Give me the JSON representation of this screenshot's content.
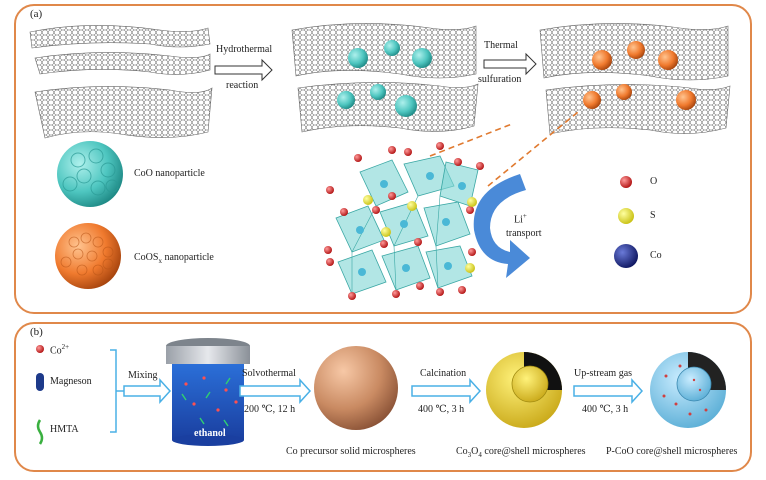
{
  "panel_a": {
    "label": "(a)",
    "step1": "Hydrothermal",
    "step1b": "reaction",
    "step2": "Thermal",
    "step2b": "sulfuration",
    "legend_coo": "CoO nanoparticle",
    "legend_coos": "CoOS",
    "legend_coos_sub": "x",
    "legend_coos_tail": " nanoparticle",
    "li_label": "Li",
    "li_sup": "+",
    "transport": "transport",
    "atom_o": "O",
    "atom_s": "S",
    "atom_co": "Co"
  },
  "panel_b": {
    "label": "(b)",
    "reagent1": "Co",
    "reagent1_sup": "2+",
    "reagent2": "Magneson",
    "reagent3": "HMTA",
    "mixing": "Mixing",
    "ethanol": "ethanol",
    "solvothermal": "Solvothermal",
    "solvo_cond": "200 ℃, 12 h",
    "calcination": "Calcination",
    "calc_cond": "400 ℃, 3 h",
    "upstream": "Up-stream gas",
    "up_cond": "400 ℃, 3 h",
    "product1": "Co precursor solid microspheres",
    "product2a": "Co",
    "product2_sub1": "3",
    "product2b": "O",
    "product2_sub2": "4",
    "product2c": " core@shell microspheres",
    "product3": "P-CoO core@shell microspheres"
  },
  "colors": {
    "border": "#e0884a",
    "coo": "#4ec6c0",
    "coos": "#f07a2e",
    "arrow": "#4ab0e6",
    "oxygen": "#d42020",
    "sulfur": "#e8e020",
    "cobalt": "#1d2a8a"
  }
}
